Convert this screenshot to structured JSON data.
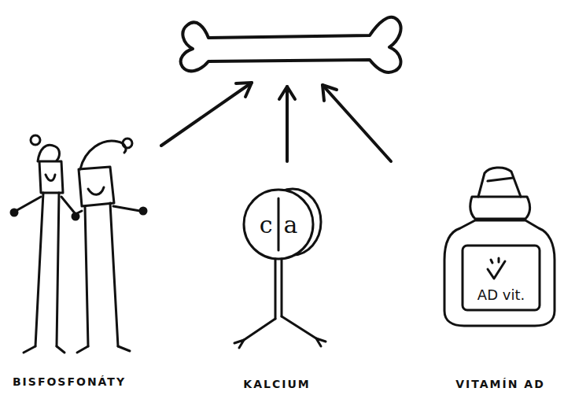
{
  "diagram": {
    "labels": [
      "BISFOSFONÁTY",
      "KALCIUM",
      "VITAMÍN AD",
      "ca",
      "AD vit."
    ]
  }
}
